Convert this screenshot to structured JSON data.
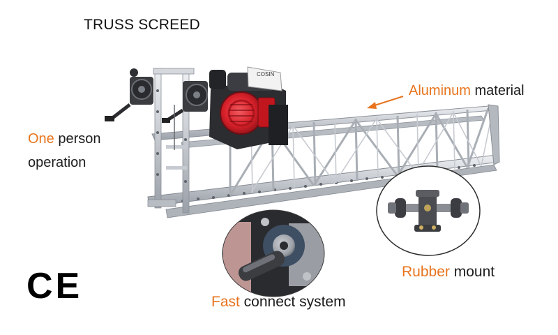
{
  "title": "TRUSS SCREED",
  "callouts": {
    "aluminum": {
      "accent": "Aluminum",
      "rest": " material"
    },
    "one_person": {
      "accent": "One",
      "rest": " person",
      "line2": "operation"
    },
    "rubber": {
      "accent": "Rubber",
      "rest": " mount"
    },
    "fast": {
      "accent": "Fast",
      "rest": " connect system"
    },
    "engine_brand": "COSIN"
  },
  "mark": "CE",
  "colors": {
    "accent": "#e8741e",
    "engine": "#d8202a",
    "aluminum": "#c9cdd3",
    "arrow": "#e8741e"
  }
}
